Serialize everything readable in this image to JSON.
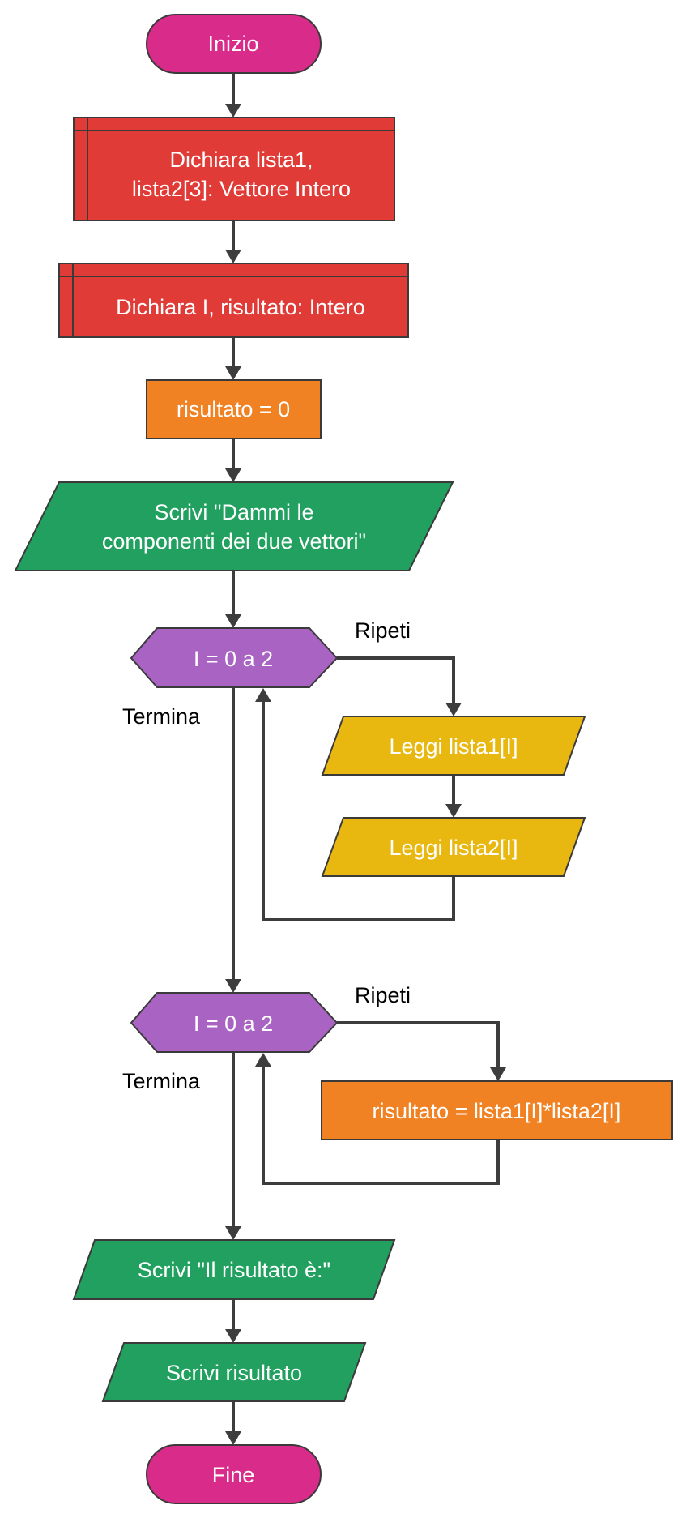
{
  "colors": {
    "terminal": "#d92b8a",
    "declaration": "#e03b36",
    "assignment": "#f08224",
    "output": "#21a060",
    "loop": "#a963c2",
    "input": "#e8b810",
    "line": "#3d3d3d"
  },
  "nodes": {
    "start": "Inizio",
    "decl1_line1": "Dichiara lista1,",
    "decl1_line2": "lista2[3]: Vettore Intero",
    "decl2": "Dichiara I, risultato: Intero",
    "assign_init": "risultato = 0",
    "write_prompt_line1": "Scrivi \"Dammi le",
    "write_prompt_line2": "componenti dei due vettori\"",
    "loop1": "I = 0 a 2",
    "read1": "Leggi lista1[I]",
    "read2": "Leggi lista2[I]",
    "loop2": "I = 0 a 2",
    "assign_calc": "risultato = lista1[I]*lista2[I]",
    "write_result_label": "Scrivi \"Il risultato è:\"",
    "write_result": "Scrivi risultato",
    "end": "Fine"
  },
  "edge_labels": {
    "loop1_repeat": "Ripeti",
    "loop1_exit": "Termina",
    "loop2_repeat": "Ripeti",
    "loop2_exit": "Termina"
  }
}
